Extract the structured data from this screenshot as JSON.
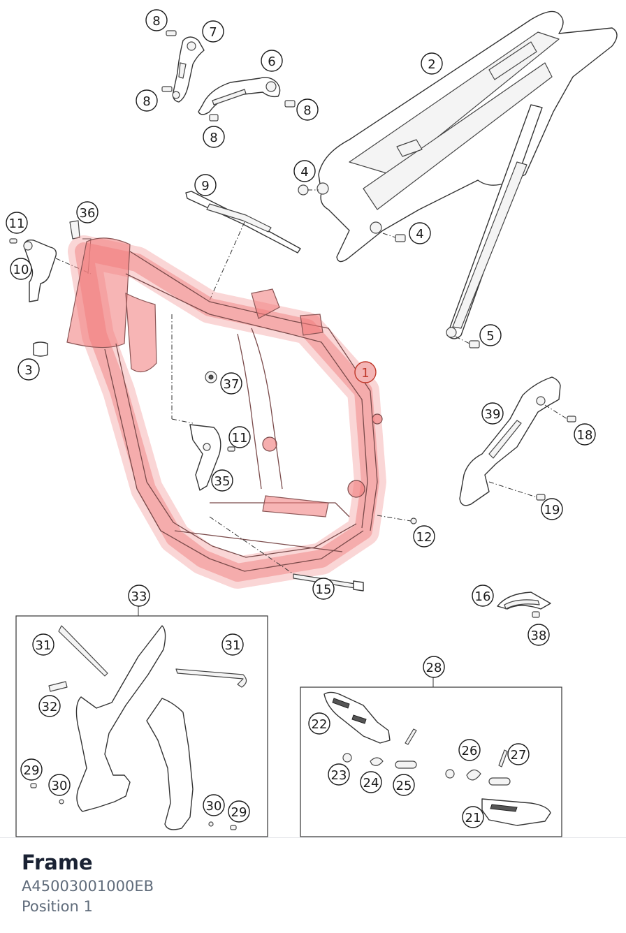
{
  "diagram": {
    "callouts": [
      {
        "label": "1",
        "part": "frame",
        "active": true
      },
      {
        "label": "2",
        "part": "subframe"
      },
      {
        "label": "3",
        "part": "cap"
      },
      {
        "label": "4",
        "part": "subframe-bolt-upper"
      },
      {
        "label": "4",
        "part": "subframe-bolt-lower"
      },
      {
        "label": "5",
        "part": "subframe-strut-bolt"
      },
      {
        "label": "6",
        "part": "engine-bracket-right"
      },
      {
        "label": "7",
        "part": "engine-bracket-left"
      },
      {
        "label": "8",
        "part": "bracket-screw-a"
      },
      {
        "label": "8",
        "part": "bracket-screw-b"
      },
      {
        "label": "8",
        "part": "bracket-screw-c"
      },
      {
        "label": "8",
        "part": "bracket-screw-d"
      },
      {
        "label": "9",
        "part": "cable-strap"
      },
      {
        "label": "10",
        "part": "steering-lock"
      },
      {
        "label": "11",
        "part": "screw-steering"
      },
      {
        "label": "11",
        "part": "screw-guard"
      },
      {
        "label": "12",
        "part": "nut"
      },
      {
        "label": "15",
        "part": "swingarm-axle"
      },
      {
        "label": "16",
        "part": "chain-guide"
      },
      {
        "label": "18",
        "part": "screw-upper"
      },
      {
        "label": "19",
        "part": "screw-lower"
      },
      {
        "label": "21",
        "part": "footrest-right"
      },
      {
        "label": "22",
        "part": "footrest-left"
      },
      {
        "label": "23",
        "part": "washer"
      },
      {
        "label": "24",
        "part": "spring-left"
      },
      {
        "label": "25",
        "part": "pin-left"
      },
      {
        "label": "26",
        "part": "spring-right"
      },
      {
        "label": "27",
        "part": "cotter-pin"
      },
      {
        "label": "28",
        "part": "footrest-kit"
      },
      {
        "label": "29",
        "part": "screw-left"
      },
      {
        "label": "29",
        "part": "screw-right"
      },
      {
        "label": "30",
        "part": "washer-left"
      },
      {
        "label": "30",
        "part": "washer-right"
      },
      {
        "label": "31",
        "part": "wire-left"
      },
      {
        "label": "31",
        "part": "wire-right"
      },
      {
        "label": "32",
        "part": "clip"
      },
      {
        "label": "33",
        "part": "frame-protector-kit"
      },
      {
        "label": "35",
        "part": "guard-plate"
      },
      {
        "label": "36",
        "part": "clamp"
      },
      {
        "label": "37",
        "part": "grommet"
      },
      {
        "label": "38",
        "part": "screw-chain-guide"
      },
      {
        "label": "39",
        "part": "swingarm-guard"
      }
    ]
  },
  "part": {
    "title": "Frame",
    "number": "A45003001000EB",
    "position": "Position 1"
  },
  "colors": {
    "highlight": "#f08a8a",
    "title": "#1a2233",
    "meta": "#5f6b7a"
  }
}
